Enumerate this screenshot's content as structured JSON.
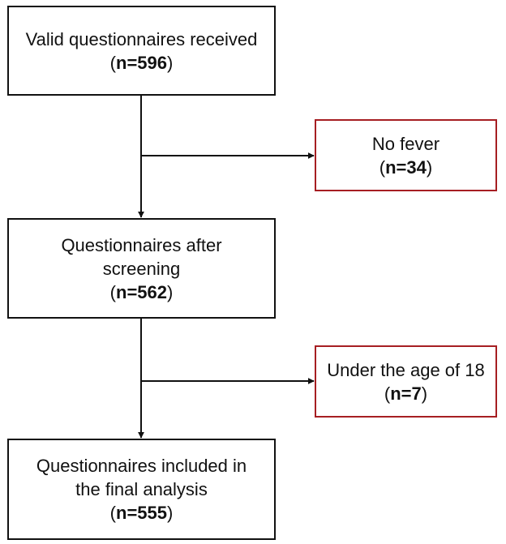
{
  "flowchart": {
    "received": {
      "label_line_1": "Valid questionnaires received",
      "count_text": "n=596"
    },
    "excluded_no_fever": {
      "label_line_1": "No fever",
      "count_text": "n=34"
    },
    "after_screening": {
      "label_line_1": "Questionnaires after",
      "label_line_2": "screening",
      "count_text": "n=562"
    },
    "excluded_under_18": {
      "label_line_1": "Under the age of 18",
      "count_text": "n=7"
    },
    "final_analysis": {
      "label_line_1": "Questionnaires included in",
      "label_line_2": "the final analysis",
      "count_text": "n=555"
    }
  },
  "colors": {
    "main_box_border": "#111111",
    "exclusion_box_border": "#a61e22",
    "connector": "#111111"
  }
}
